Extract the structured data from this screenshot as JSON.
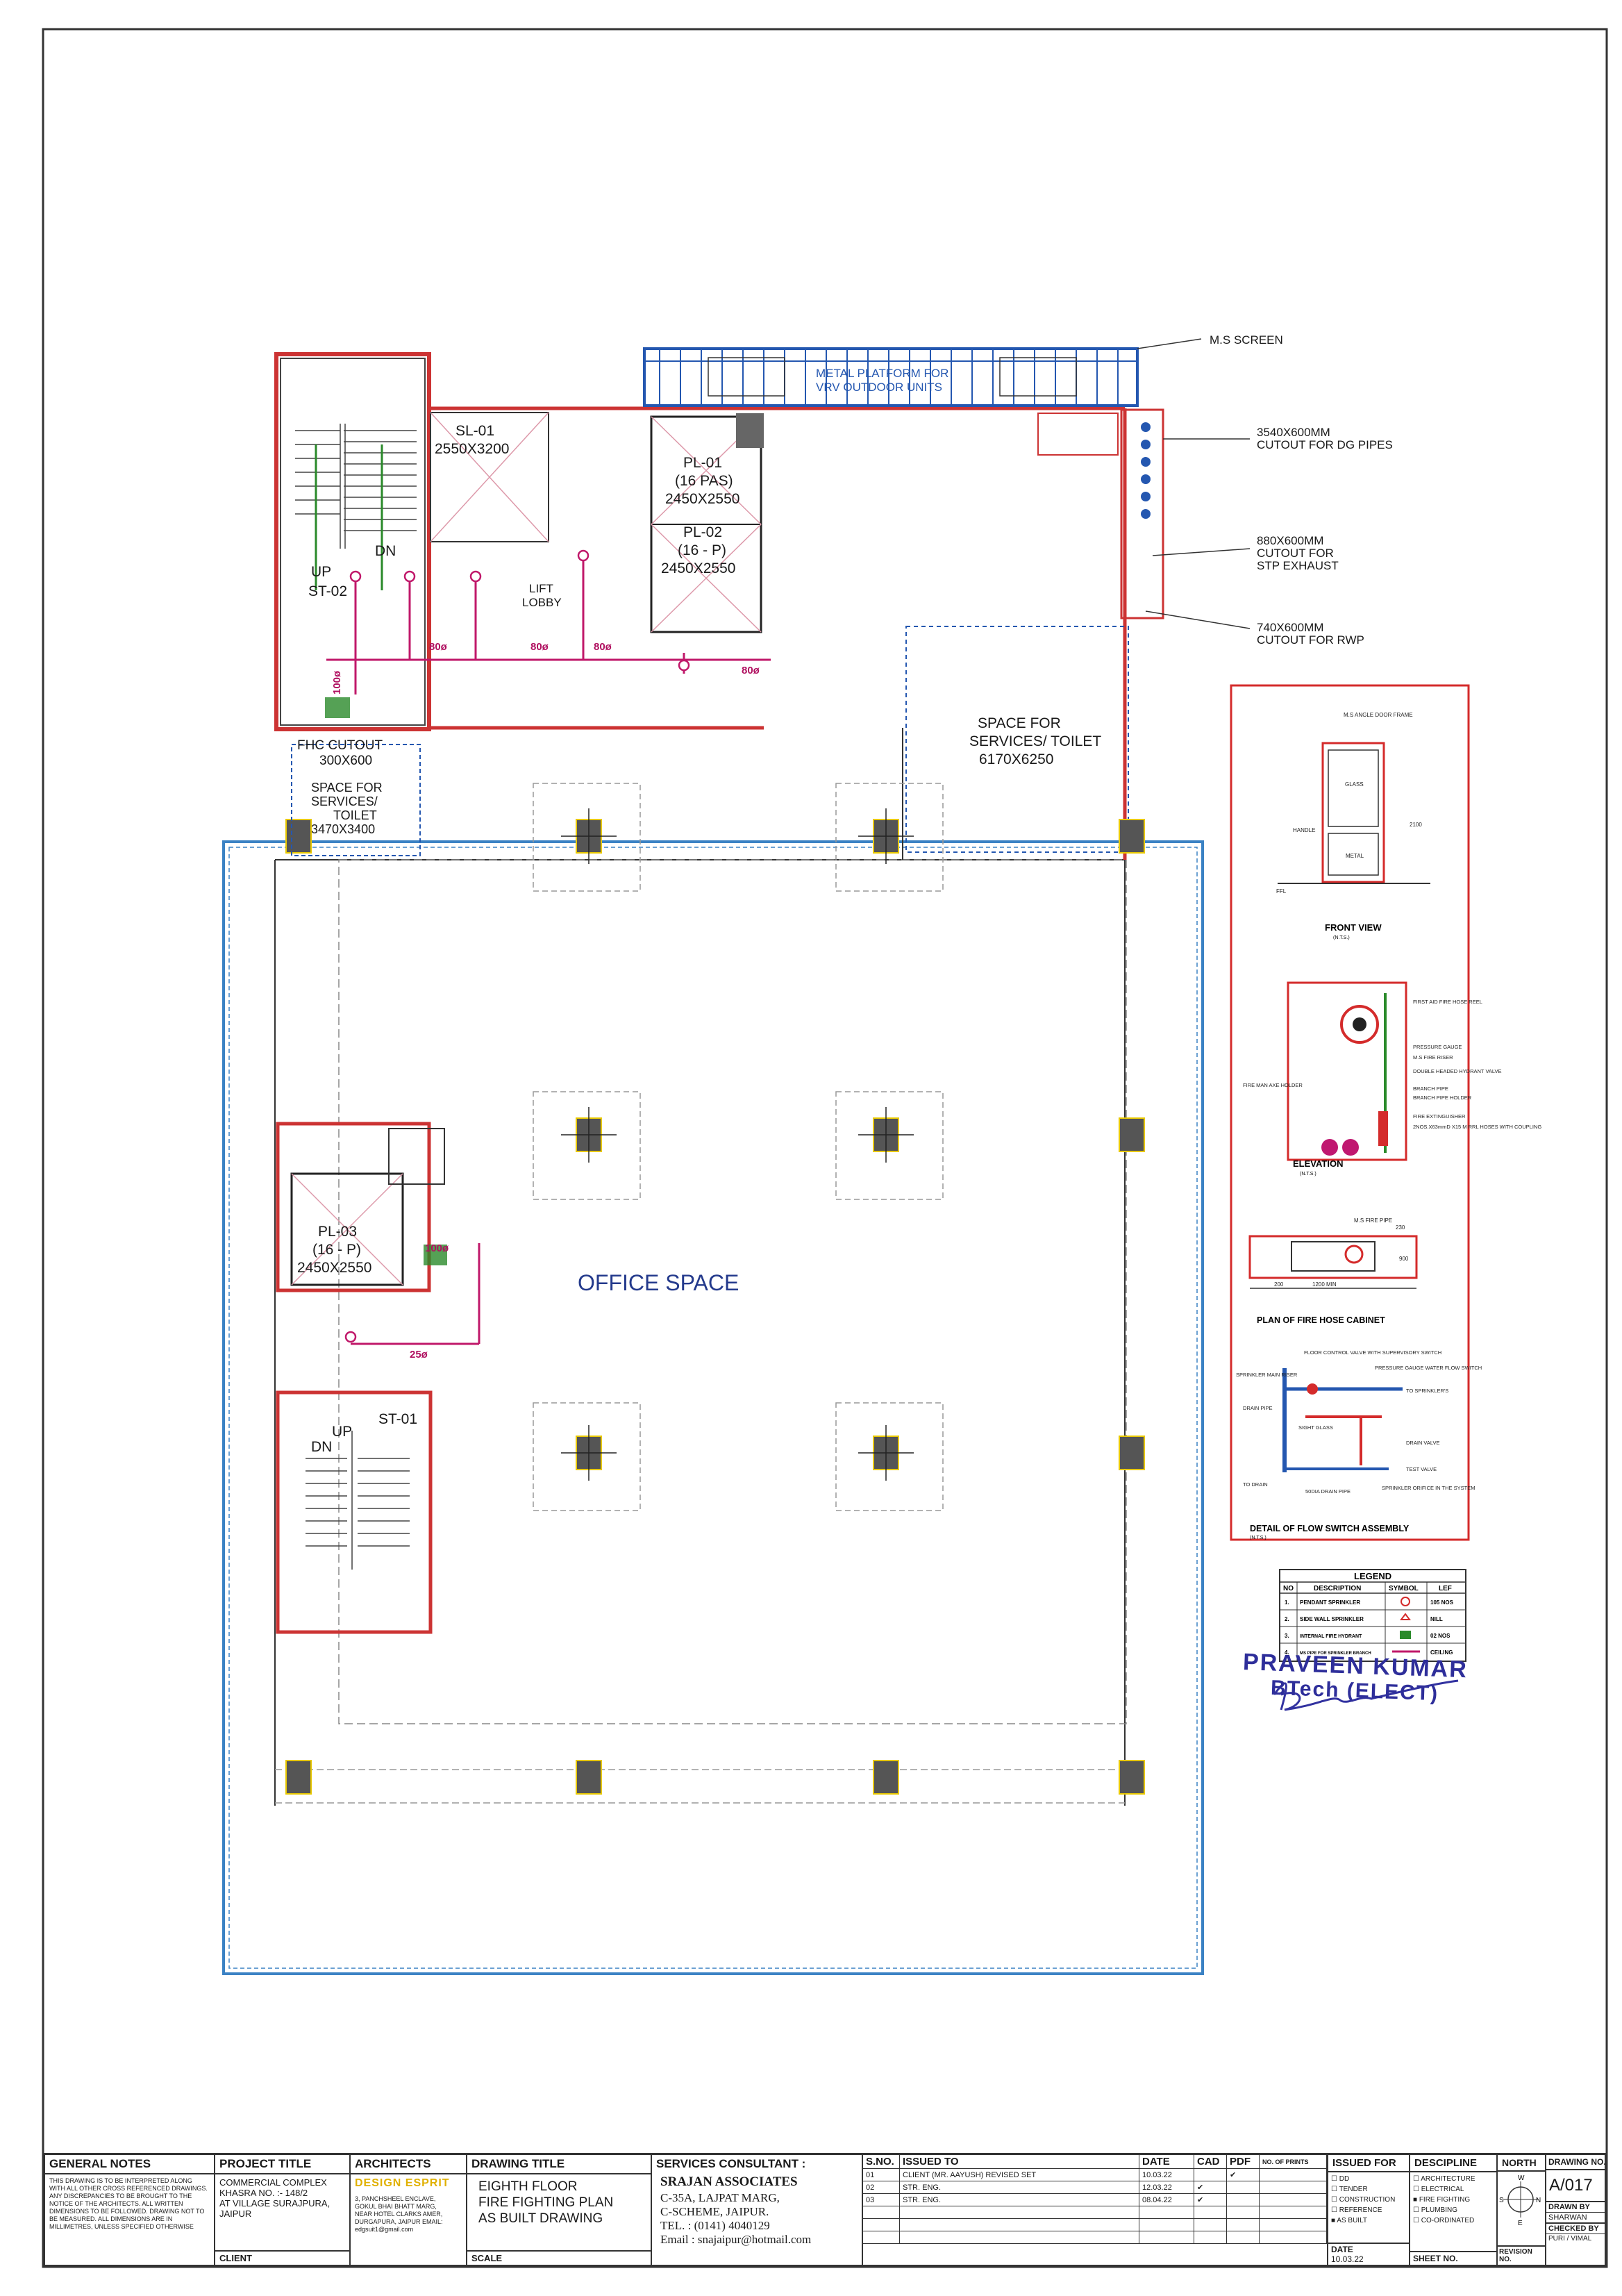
{
  "plan": {
    "labels": {
      "ms_screen": "M.S SCREEN",
      "metal_platform_1": "METAL PLATFORM FOR",
      "metal_platform_2": "VRV OUTDOOR UNITS",
      "cutout_dg_1": "3540X600MM",
      "cutout_dg_2": "CUTOUT FOR DG PIPES",
      "cutout_stp_1": "880X600MM",
      "cutout_stp_2": "CUTOUT FOR",
      "cutout_stp_3": "STP EXHAUST",
      "cutout_rwp_1": "740X600MM",
      "cutout_rwp_2": "CUTOUT FOR RWP",
      "sl01_1": "SL-01",
      "sl01_2": "2550X3200",
      "pl01_1": "PL-01",
      "pl01_2": "(16 PAS)",
      "pl01_3": "2450X2550",
      "pl02_1": "PL-02",
      "pl02_2": "(16 - P)",
      "pl02_3": "2450X2550",
      "pl03_1": "PL-03",
      "pl03_2": "(16 - P)",
      "pl03_3": "2450X2550",
      "lift_lobby_1": "LIFT",
      "lift_lobby_2": "LOBBY",
      "st02_up": "UP",
      "st02": "ST-02",
      "st02_dn": "DN",
      "st01": "ST-01",
      "st01_up": "UP",
      "st01_dn": "DN",
      "fhc_1": "FHC CUTOUT",
      "fhc_2": "300X600",
      "svc_small_1": "SPACE FOR",
      "svc_small_2": "SERVICES/",
      "svc_small_3": "TOILET",
      "svc_small_4": "3470X3400",
      "svc_big_1": "SPACE FOR",
      "svc_big_2": "SERVICES/ TOILET",
      "svc_big_3": "6170X6250",
      "office": "OFFICE SPACE",
      "pipe_100": "100ø",
      "pipe_80": "80ø",
      "pipe_25": "25ø"
    }
  },
  "details": {
    "front_view": "FRONT VIEW",
    "front_view_sub": "(N.T.S.)",
    "elevation": "ELEVATION",
    "elevation_sub": "(N.T.S.)",
    "plan_fhc": "PLAN OF FIRE HOSE CABINET",
    "flow_switch": "DETAIL OF FLOW SWITCH ASSEMBLY",
    "flow_switch_sub": "(N.T.S.)",
    "ms_angle": "M.S ANGLE DOOR FRAME",
    "glass": "GLASS",
    "handle": "HANDLE",
    "metal": "METAL",
    "ffl": "FFL",
    "dim_2100": "2100",
    "first_aid": "FIRST AID FIRE HOSE REEL",
    "pressure_gauge": "PRESSURE GAUGE",
    "ms_fire_riser": "M.S FIRE RISER",
    "double_headed": "DOUBLE HEADED HYDRANT VALVE",
    "branch_pipe": "BRANCH PIPE",
    "branch_holder": "BRANCH PIPE HOLDER",
    "fire_ext": "FIRE EXTINGUISHER",
    "hoses": "2NOS.X63mmD X15 M RRL HOSES WITH COUPLING",
    "fire_man": "FIRE MAN AXE HOLDER",
    "ms_fire_pipe": "M.S FIRE PIPE",
    "dim_1200": "1200 MIN",
    "dim_200": "200",
    "dim_230": "230",
    "dim_900": "900",
    "floor_control": "FLOOR CONTROL VALVE WITH SUPERVISORY SWITCH",
    "pg_wfs": "PRESSURE GAUGE WATER FLOW SWITCH",
    "sprinkler_main": "SPRINKLER MAIN RISER",
    "drain_pipe": "DRAIN PIPE",
    "sight_glass": "SIGHT GLASS",
    "to_sprinklers": "TO SPRINKLER'S",
    "drain_valve": "DRAIN VALVE",
    "test_valve": "TEST VALVE",
    "to_drain": "TO DRAIN",
    "drain_pipe2": "50DIA DRAIN PIPE",
    "orifice": "SPRINKLER ORIFICE IN THE SYSTEM"
  },
  "legend": {
    "title": "LEGEND",
    "headers": [
      "NO",
      "DESCRIPTION",
      "SYMBOL",
      "LEF"
    ],
    "rows": [
      {
        "no": "1.",
        "desc": "PENDANT SPRINKLER",
        "lef": "105 NOS"
      },
      {
        "no": "2.",
        "desc": "SIDE WALL SPRINKLER",
        "lef": "NILL"
      },
      {
        "no": "3.",
        "desc": "INTERNAL FIRE HYDRANT",
        "lef": "02 NOS"
      },
      {
        "no": "4.",
        "desc": "MS PIPE FOR SPRINKLER BRANCH",
        "lef": "CEILING"
      }
    ]
  },
  "signature": {
    "name": "PRAVEEN KUMAR",
    "title": "BTech (ELECT)"
  },
  "title_block": {
    "general_notes_h": "GENERAL NOTES",
    "general_notes": "THIS DRAWING IS TO BE INTERPRETED ALONG WITH ALL OTHER CROSS REFERENCED DRAWINGS. ANY DISCREPANCIES TO BE BROUGHT TO THE NOTICE OF THE ARCHITECTS. ALL WRITTEN DIMENSIONS TO BE FOLLOWED. DRAWING NOT TO BE MEASURED. ALL DIMENSIONS ARE IN MILLIMETRES, UNLESS SPECIFIED OTHERWISE",
    "project_h": "PROJECT TITLE",
    "project": "COMMERCIAL COMPLEX\nKHASRA NO. :- 148/2\nAT VILLAGE SURAJPURA,\nJAIPUR",
    "client_h": "CLIENT",
    "architects_h": "ARCHITECTS",
    "architects_name": "DESIGN  ESPRIT",
    "architects_addr": "3, PANCHSHEEL ENCLAVE,\nGOKUL BHAI BHATT MARG,\nNEAR HOTEL CLARKS AMER,\nDURGAPURA, JAIPUR EMAIL:\nedgsuit1@gmail.com",
    "drawing_title_h": "DRAWING  TITLE",
    "drawing_title": "EIGHTH FLOOR\nFIRE FIGHTING PLAN\nAS BUILT DRAWING",
    "scale_h": "SCALE",
    "consultant_h": "SERVICES CONSULTANT :",
    "consultant_name": "SRAJAN ASSOCIATES",
    "consultant_l1": "C-35A, LAJPAT MARG,",
    "consultant_l2": "C-SCHEME, JAIPUR.",
    "consultant_tel": "TEL.   : (0141) 4040129",
    "consultant_email": "Email   : snajaipur@hotmail.com",
    "rev_h": [
      "S.NO.",
      "ISSUED  TO",
      "DATE",
      "CAD",
      "PDF",
      "NO. OF PRINTS"
    ],
    "revisions": [
      {
        "sno": "01",
        "to": "CLIENT (MR. AAYUSH) REVISED SET",
        "date": "10.03.22"
      },
      {
        "sno": "02",
        "to": "STR. ENG.",
        "date": "12.03.22"
      },
      {
        "sno": "03",
        "to": "STR. ENG.",
        "date": "08.04.22"
      }
    ],
    "issued_for_h": "ISSUED  FOR",
    "issued_for": [
      "DD",
      "TENDER",
      "CONSTRUCTION",
      "REFERENCE",
      "AS BUILT"
    ],
    "date_h": "DATE",
    "date": "10.03.22",
    "discipline_h": "DESCIPLINE",
    "discipline": [
      "ARCHITECTURE",
      "ELECTRICAL",
      "FIRE FIGHTING",
      "PLUMBING",
      "CO-ORDINATED"
    ],
    "sheet_h": "SHEET  NO.",
    "north_h": "NORTH",
    "north_letters": [
      "W",
      "S",
      "E",
      "N"
    ],
    "revision_h": "REVISION  NO.",
    "drawing_no_h": "DRAWING  NO.",
    "drawing_no": "A/017",
    "drawn_by_h": "DRAWN  BY",
    "drawn_by": "SHARWAN",
    "checked_by_h": "CHECKED  BY",
    "checked_by": "PURI / VIMAL"
  }
}
